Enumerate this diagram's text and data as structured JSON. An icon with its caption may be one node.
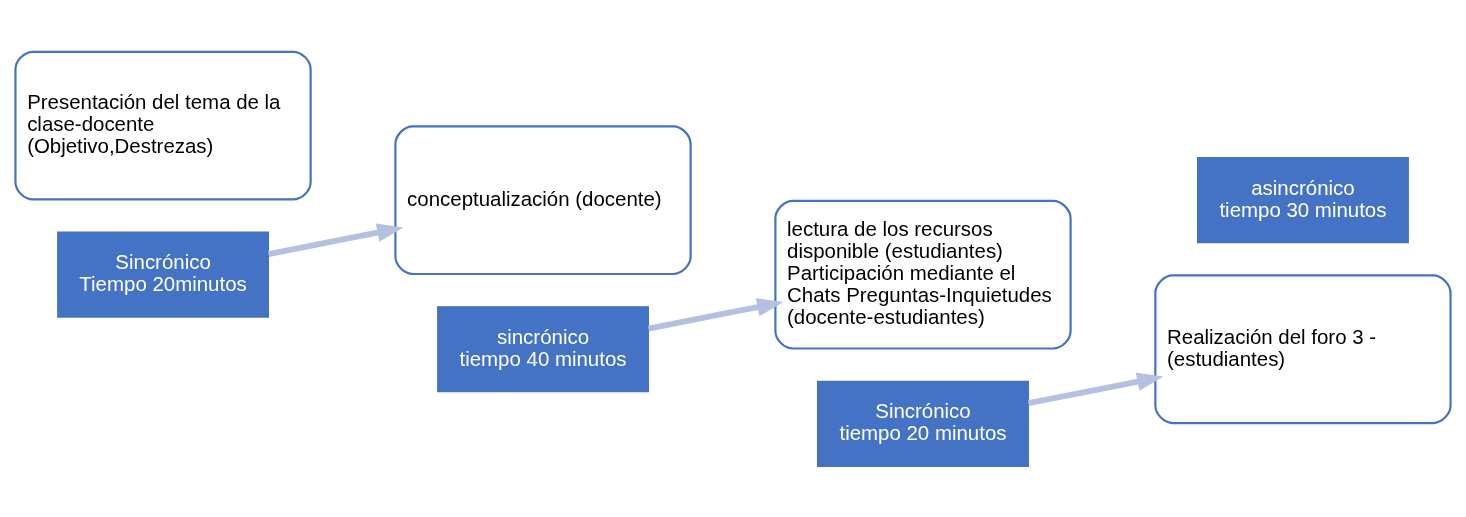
{
  "diagram": {
    "nodes": [
      {
        "text": [
          "Presentación del tema de la clase-docente (Objetivo,Destrezas)"
        ]
      },
      {
        "text": [
          "Sincrónico",
          "Tiempo 20minutos"
        ]
      },
      {
        "text": [
          "conceptualización (docente)"
        ]
      },
      {
        "text": [
          "sincrónico",
          "tiempo 40 minutos"
        ]
      },
      {
        "text": [
          "lectura de los recursos disponible (estudiantes)",
          "Participación mediante el Chats Preguntas-Inquietudes (docente-estudiantes)"
        ]
      },
      {
        "text": [
          "Sincrónico",
          "tiempo 20 minutos"
        ]
      },
      {
        "text": [
          "Realización del foro 3 - (estudiantes)"
        ]
      },
      {
        "text": [
          "asincrónico",
          "tiempo 30 minutos"
        ]
      }
    ],
    "edges": [
      {
        "from": 1,
        "to": 2,
        "arrow": "to"
      },
      {
        "from": 3,
        "to": 4,
        "arrow": "to"
      },
      {
        "from": 5,
        "to": 6,
        "arrow": "to"
      }
    ]
  }
}
